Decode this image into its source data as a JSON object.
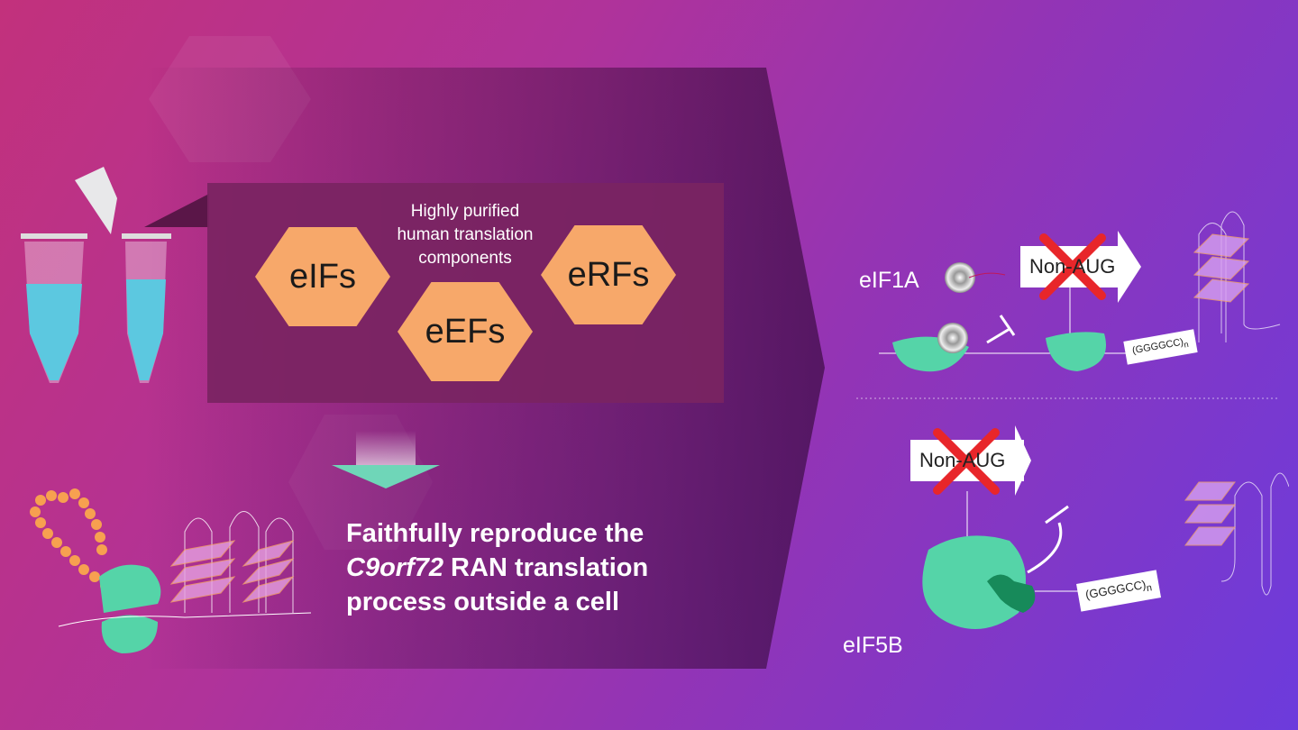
{
  "panel": {
    "caption_lines": [
      "Highly purified",
      "human translation",
      "components"
    ]
  },
  "factors": [
    {
      "label": "eIFs"
    },
    {
      "label": "eEFs"
    },
    {
      "label": "eRFs"
    }
  ],
  "result": {
    "line1": "Faithfully reproduce the",
    "gene": "C9orf72",
    "line2_rest": " RAN translation",
    "line3": "process outside a cell"
  },
  "top_scheme": {
    "factor": "eIF1A",
    "start_label": "Non-AUG",
    "repeat_label": "(GGGGCC)",
    "repeat_sub": "n"
  },
  "bottom_scheme": {
    "factor": "eIF5B",
    "start_label": "Non-AUG",
    "repeat_label": "(GGGGCC)",
    "repeat_sub": "n"
  },
  "colors": {
    "hex": "#f7a86a",
    "ribosome": "#55d4a8",
    "ribosome_dark": "#178a5a",
    "cross": "#e8262a"
  }
}
